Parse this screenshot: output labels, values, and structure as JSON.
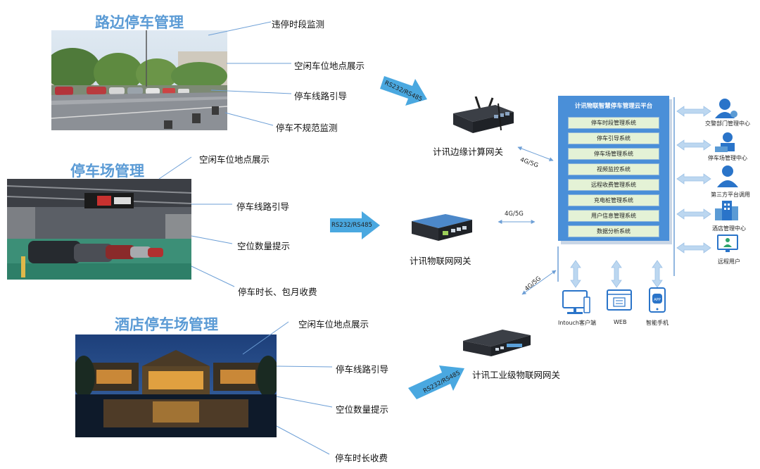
{
  "sections": [
    {
      "title": "路边停车管理",
      "labels": [
        "违停时段监测",
        "空闲车位地点展示",
        "停车线路引导",
        "停车不规范监测"
      ]
    },
    {
      "title": "停车场管理",
      "labels": [
        "空闲车位地点展示",
        "停车线路引导",
        "空位数量提示",
        "停车时长、包月收费"
      ]
    },
    {
      "title": "酒店停车场管理",
      "labels": [
        "空闲车位地点展示",
        "停车线路引导",
        "空位数量提示",
        "停车时长收费"
      ]
    }
  ],
  "arrows": {
    "top": "RS232/RS485",
    "middle": "RS232/RS485",
    "bottom": "RS232/RS485"
  },
  "gateways": {
    "edge": "计讯边缘计算网关",
    "iot": "计讯物联网网关",
    "industrial": "计讯工业级物联网网关"
  },
  "links": {
    "top": "4G/5G",
    "middle": "4G/5G",
    "bottom": "4G/5G"
  },
  "platform": {
    "title": "计讯物联智慧停车管理云平台",
    "systems": [
      "停车时段管理系统",
      "停车引导系统",
      "停车场管理系统",
      "视频监控系统",
      "远程收费管理系统",
      "充电桩管理系统",
      "用户信息管理系统",
      "数据分析系统"
    ]
  },
  "clients": [
    {
      "label": "Intouch客户端",
      "icon": "desktop-icon"
    },
    {
      "label": "WEB",
      "icon": "web-icon"
    },
    {
      "label": "智能手机",
      "icon": "smartphone-icon"
    }
  ],
  "users": [
    {
      "label": "交警部门管理中心",
      "icon": "police-user-icon"
    },
    {
      "label": "停车场管理中心",
      "icon": "parking-manager-icon"
    },
    {
      "label": "第三方平台调用",
      "icon": "third-party-user-icon"
    },
    {
      "label": "酒店管理中心",
      "icon": "hotel-building-icon"
    },
    {
      "label": "远程用户",
      "icon": "remote-user-icon"
    }
  ],
  "colors": {
    "title_blue": "#5b9bd5",
    "arrow_blue": "#4aa8e0",
    "platform_blue": "#4a8fd8",
    "system_box": "#e4f2d6",
    "line_blue": "#6d9fd6",
    "icon_blue": "#2a74c9"
  }
}
